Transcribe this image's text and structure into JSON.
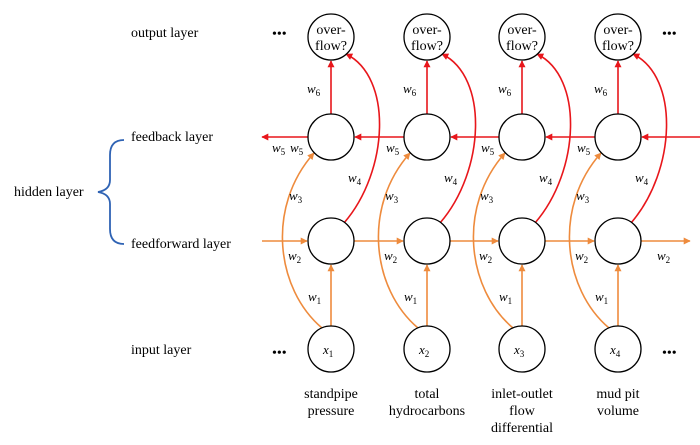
{
  "layers": {
    "output": "output layer",
    "feedback": "feedback layer",
    "hidden": "hidden layer",
    "feedforward": "feedforward layer",
    "input": "input layer"
  },
  "ellipsis": "•••",
  "output_node_text": [
    "over-",
    "flow?"
  ],
  "input_nodes": [
    {
      "var": "x",
      "sub": "1"
    },
    {
      "var": "x",
      "sub": "2"
    },
    {
      "var": "x",
      "sub": "3"
    },
    {
      "var": "x",
      "sub": "4"
    }
  ],
  "weights": {
    "w1": {
      "var": "w",
      "sub": "1"
    },
    "w2": {
      "var": "w",
      "sub": "2"
    },
    "w3": {
      "var": "w",
      "sub": "3"
    },
    "w4": {
      "var": "w",
      "sub": "4"
    },
    "w5": {
      "var": "w",
      "sub": "5"
    },
    "w6": {
      "var": "w",
      "sub": "6"
    }
  },
  "input_labels": [
    [
      "standpipe",
      "pressure"
    ],
    [
      "total",
      "hydrocarbons"
    ],
    [
      "inlet-outlet",
      "flow",
      "differential"
    ],
    [
      "mud pit",
      "volume"
    ]
  ],
  "colors": {
    "feedback": "#e8161b",
    "feedforward": "#ee8b3d",
    "brace": "#2f63b4"
  }
}
